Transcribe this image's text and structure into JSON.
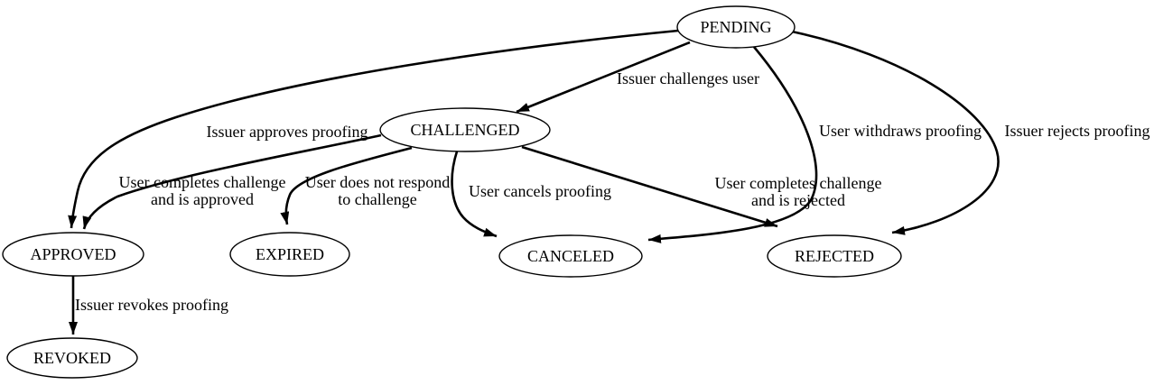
{
  "diagram": {
    "background_color": "#ffffff",
    "line_color": "#000000",
    "nodes": [
      {
        "id": "pending",
        "label": "PENDING"
      },
      {
        "id": "challenged",
        "label": "CHALLENGED"
      },
      {
        "id": "approved",
        "label": "APPROVED"
      },
      {
        "id": "expired",
        "label": "EXPIRED"
      },
      {
        "id": "canceled",
        "label": "CANCELED"
      },
      {
        "id": "rejected",
        "label": "REJECTED"
      },
      {
        "id": "revoked",
        "label": "REVOKED"
      }
    ],
    "edges": [
      {
        "from": "PENDING",
        "to": "CHALLENGED",
        "lines": [
          "Issuer challenges user"
        ]
      },
      {
        "from": "PENDING",
        "to": "APPROVED",
        "lines": [
          "Issuer approves proofing"
        ]
      },
      {
        "from": "PENDING",
        "to": "CANCELED",
        "lines": [
          "User withdraws proofing"
        ]
      },
      {
        "from": "PENDING",
        "to": "REJECTED",
        "lines": [
          "Issuer rejects proofing"
        ]
      },
      {
        "from": "CHALLENGED",
        "to": "APPROVED",
        "lines": [
          "User completes challenge",
          "and is approved"
        ]
      },
      {
        "from": "CHALLENGED",
        "to": "EXPIRED",
        "lines": [
          "User does not respond",
          "to challenge"
        ]
      },
      {
        "from": "CHALLENGED",
        "to": "CANCELED",
        "lines": [
          "User cancels proofing"
        ]
      },
      {
        "from": "CHALLENGED",
        "to": "REJECTED",
        "lines": [
          "User completes challenge",
          "and is rejected"
        ]
      },
      {
        "from": "APPROVED",
        "to": "REVOKED",
        "lines": [
          "Issuer revokes proofing"
        ]
      }
    ]
  }
}
